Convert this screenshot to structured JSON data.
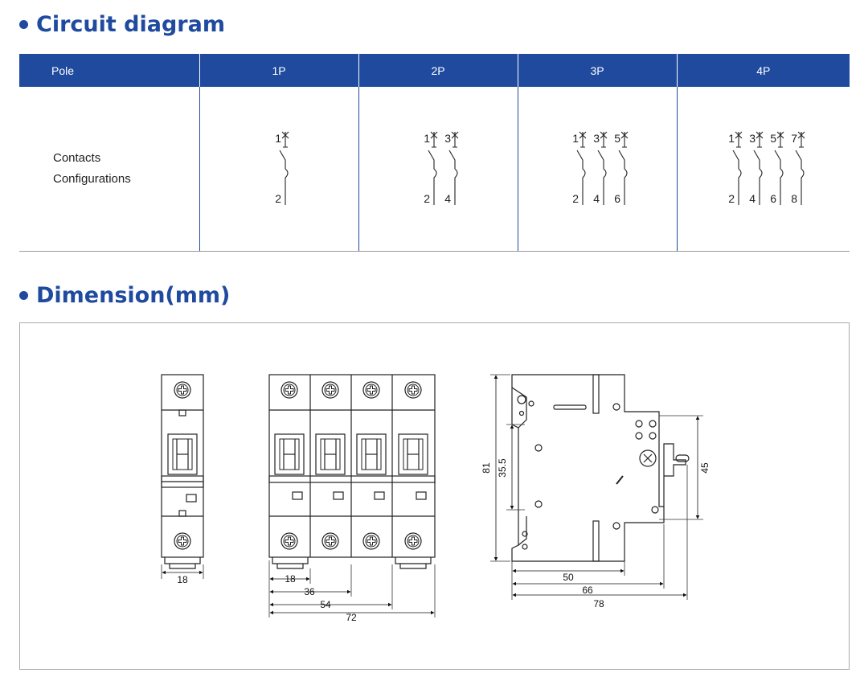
{
  "circuit": {
    "title": "Circuit diagram",
    "headers": [
      "Pole",
      "1P",
      "2P",
      "3P",
      "4P"
    ],
    "row_label_line1": "Contacts",
    "row_label_line2": "Configurations",
    "diagrams": [
      {
        "top": [
          "1"
        ],
        "bottom": [
          "2"
        ]
      },
      {
        "top": [
          "1",
          "3"
        ],
        "bottom": [
          "2",
          "4"
        ]
      },
      {
        "top": [
          "1",
          "3",
          "5"
        ],
        "bottom": [
          "2",
          "4",
          "6"
        ]
      },
      {
        "top": [
          "1",
          "3",
          "5",
          "7"
        ],
        "bottom": [
          "2",
          "4",
          "6",
          "8"
        ]
      }
    ]
  },
  "dimension": {
    "title": "Dimension(mm)",
    "single_width": "18",
    "multi_widths": [
      "18",
      "36",
      "54",
      "72"
    ],
    "side_widths": [
      "50",
      "66",
      "78"
    ],
    "side_heights": [
      "81",
      "35.5",
      "45"
    ]
  }
}
